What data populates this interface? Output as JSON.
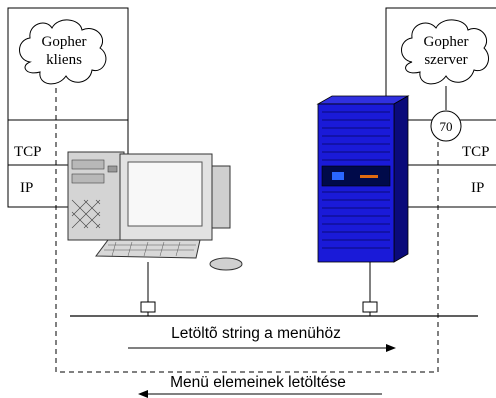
{
  "client": {
    "cloud_line1": "Gopher",
    "cloud_line2": "kliens",
    "tcp_label": "TCP",
    "ip_label": "IP"
  },
  "server": {
    "cloud_line1": "Gopher",
    "cloud_line2": "szerver",
    "port_label": "70",
    "tcp_label": "TCP",
    "ip_label": "IP"
  },
  "flows": {
    "request_label": "Letöltõ string a menühöz",
    "response_label": "Menü elemeinek letöltése"
  },
  "colors": {
    "server_body": "#1a1ad8",
    "server_dark": "#0a0a7a",
    "server_accent_blue": "#2a66ff",
    "server_accent_orange": "#e06a10",
    "computer_beige": "#d8d8d8",
    "line": "#000000"
  }
}
